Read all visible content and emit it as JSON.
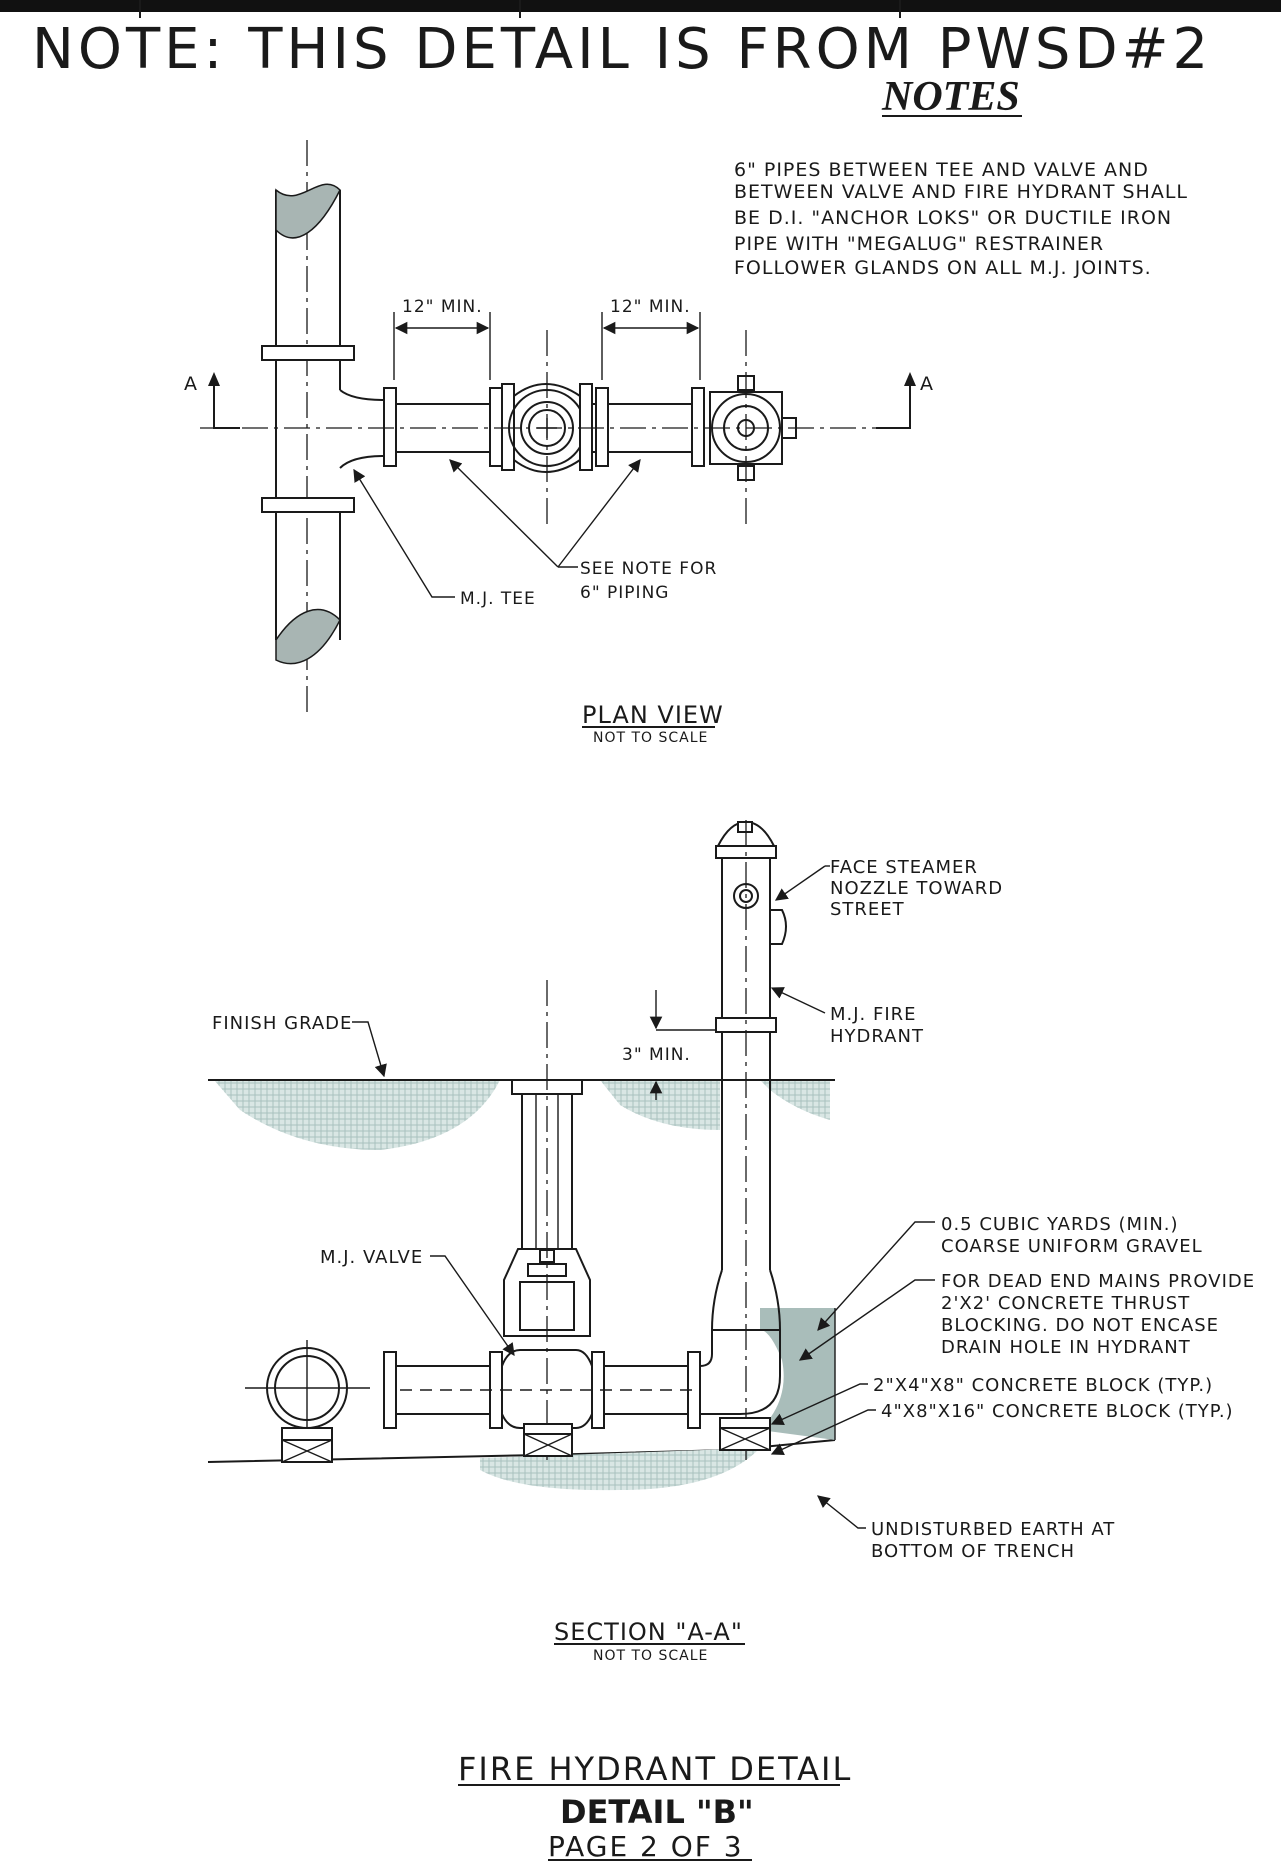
{
  "header": {
    "note": "NOTE:  THIS DETAIL IS FROM PWSD#2",
    "notes_heading": "NOTES"
  },
  "general_note": {
    "lines": [
      "6\" PIPES BETWEEN TEE AND VALVE AND",
      "BETWEEN VALVE AND FIRE HYDRANT SHALL",
      "BE D.I. \"ANCHOR LOKS\" OR DUCTILE IRON",
      "PIPE WITH \"MEGALUG\" RESTRAINER",
      "FOLLOWER GLANDS ON ALL M.J. JOINTS."
    ]
  },
  "plan_view": {
    "dim_left": "12\" MIN.",
    "dim_right": "12\" MIN.",
    "section_mark_left": "A",
    "section_mark_right": "A",
    "mj_tee": "M.J. TEE",
    "see_note_1": "SEE NOTE FOR",
    "see_note_2": "6\" PIPING",
    "title": "PLAN VIEW",
    "scale": "NOT TO SCALE"
  },
  "section_view": {
    "face_steamer": [
      "FACE STEAMER",
      "NOZZLE TOWARD",
      "STREET"
    ],
    "mj_fire_hydrant": [
      "M.J. FIRE",
      "HYDRANT"
    ],
    "finish_grade": "FINISH GRADE",
    "min_cover": "3\" MIN.",
    "mj_valve": "M.J. VALVE",
    "gravel": [
      "0.5 CUBIC YARDS (MIN.)",
      "COARSE UNIFORM GRAVEL"
    ],
    "thrust": [
      "FOR DEAD END MAINS PROVIDE",
      "2'X2' CONCRETE THRUST",
      "BLOCKING. DO NOT ENCASE",
      "DRAIN HOLE IN HYDRANT"
    ],
    "block_small": "2\"X4\"X8\" CONCRETE BLOCK (TYP.)",
    "block_large": "4\"X8\"X16\" CONCRETE BLOCK (TYP.)",
    "earth": [
      "UNDISTURBED EARTH AT",
      "BOTTOM OF TRENCH"
    ],
    "title": "SECTION \"A-A\"",
    "scale": "NOT TO SCALE"
  },
  "title_block": {
    "title": "FIRE HYDRANT DETAIL",
    "detail": "DETAIL \"B\"",
    "page": "PAGE 2 OF 3"
  }
}
